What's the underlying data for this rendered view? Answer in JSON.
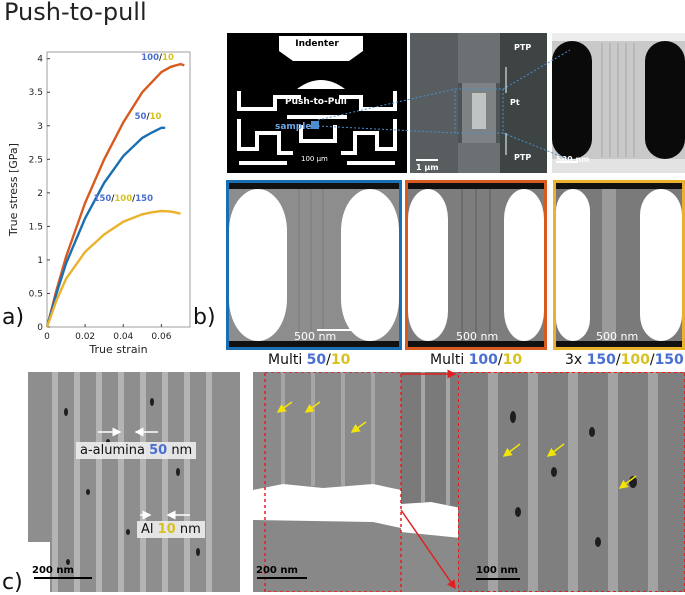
{
  "title": "Push-to-pull",
  "panel_letters": {
    "a": "a)",
    "b": "b)",
    "c": "c)"
  },
  "chart_data": {
    "type": "line",
    "xlabel": "True strain",
    "ylabel": "True stress [GPa]",
    "xlim": [
      0,
      0.075
    ],
    "ylim": [
      0,
      4.1
    ],
    "x_ticks": [
      "0",
      "0.02",
      "0.04",
      "0.06"
    ],
    "y_ticks": [
      "0",
      "0.5",
      "1",
      "1.5",
      "2",
      "2.5",
      "3",
      "3.5",
      "4"
    ],
    "series": [
      {
        "label_parts": [
          "100",
          "/",
          "10"
        ],
        "color": "#d85a1f",
        "x": [
          0,
          0.005,
          0.01,
          0.02,
          0.03,
          0.04,
          0.05,
          0.06,
          0.065,
          0.07,
          0.072
        ],
        "y": [
          0,
          0.55,
          1.05,
          1.85,
          2.5,
          3.05,
          3.5,
          3.8,
          3.88,
          3.92,
          3.9
        ]
      },
      {
        "label_parts": [
          "50",
          "/",
          "10"
        ],
        "color": "#1a6fb3",
        "x": [
          0,
          0.005,
          0.01,
          0.02,
          0.03,
          0.04,
          0.05,
          0.055,
          0.06,
          0.062
        ],
        "y": [
          0,
          0.5,
          0.95,
          1.62,
          2.15,
          2.55,
          2.82,
          2.9,
          2.97,
          2.97
        ]
      },
      {
        "label_parts": [
          "150",
          "/",
          "100",
          "/",
          "150"
        ],
        "color": "#e9b22a",
        "x": [
          0,
          0.005,
          0.01,
          0.02,
          0.03,
          0.04,
          0.05,
          0.055,
          0.06,
          0.065,
          0.07
        ],
        "y": [
          0,
          0.4,
          0.72,
          1.12,
          1.38,
          1.57,
          1.68,
          1.71,
          1.73,
          1.72,
          1.69
        ]
      }
    ]
  },
  "schematic": {
    "indenter": "Indenter",
    "device": "Push-to-Pull",
    "sample": "sample",
    "scale": "100 μm"
  },
  "sem": {
    "ptp_top": "PTP",
    "pt": "Pt",
    "ptp_bottom": "PTP",
    "scale_left": "1 μm",
    "scale_right": "500 nm"
  },
  "tem_panels": [
    {
      "scale": "500 nm",
      "border": "#1a6fb3",
      "caption": [
        "Multi ",
        "50",
        "/",
        "10"
      ]
    },
    {
      "scale": "500 nm",
      "border": "#d85a1f",
      "caption": [
        "Multi ",
        "100",
        "/",
        "10"
      ]
    },
    {
      "scale": "500 nm",
      "border": "#e9b22a",
      "caption": [
        "3x ",
        "150",
        "/",
        "100",
        "/",
        "150"
      ]
    }
  ],
  "panel_c": {
    "alumina_label": [
      "a-alumina ",
      "50",
      " nm"
    ],
    "al_label": [
      "Al ",
      "10",
      " nm"
    ],
    "scale_1": "200 nm",
    "scale_2": "200 nm",
    "scale_3": "100 nm"
  },
  "colors": {
    "blue": "#4a6fd0",
    "yellow": "#d8c120",
    "red": "#e02020",
    "marker_arrow": "#f2e40a"
  }
}
